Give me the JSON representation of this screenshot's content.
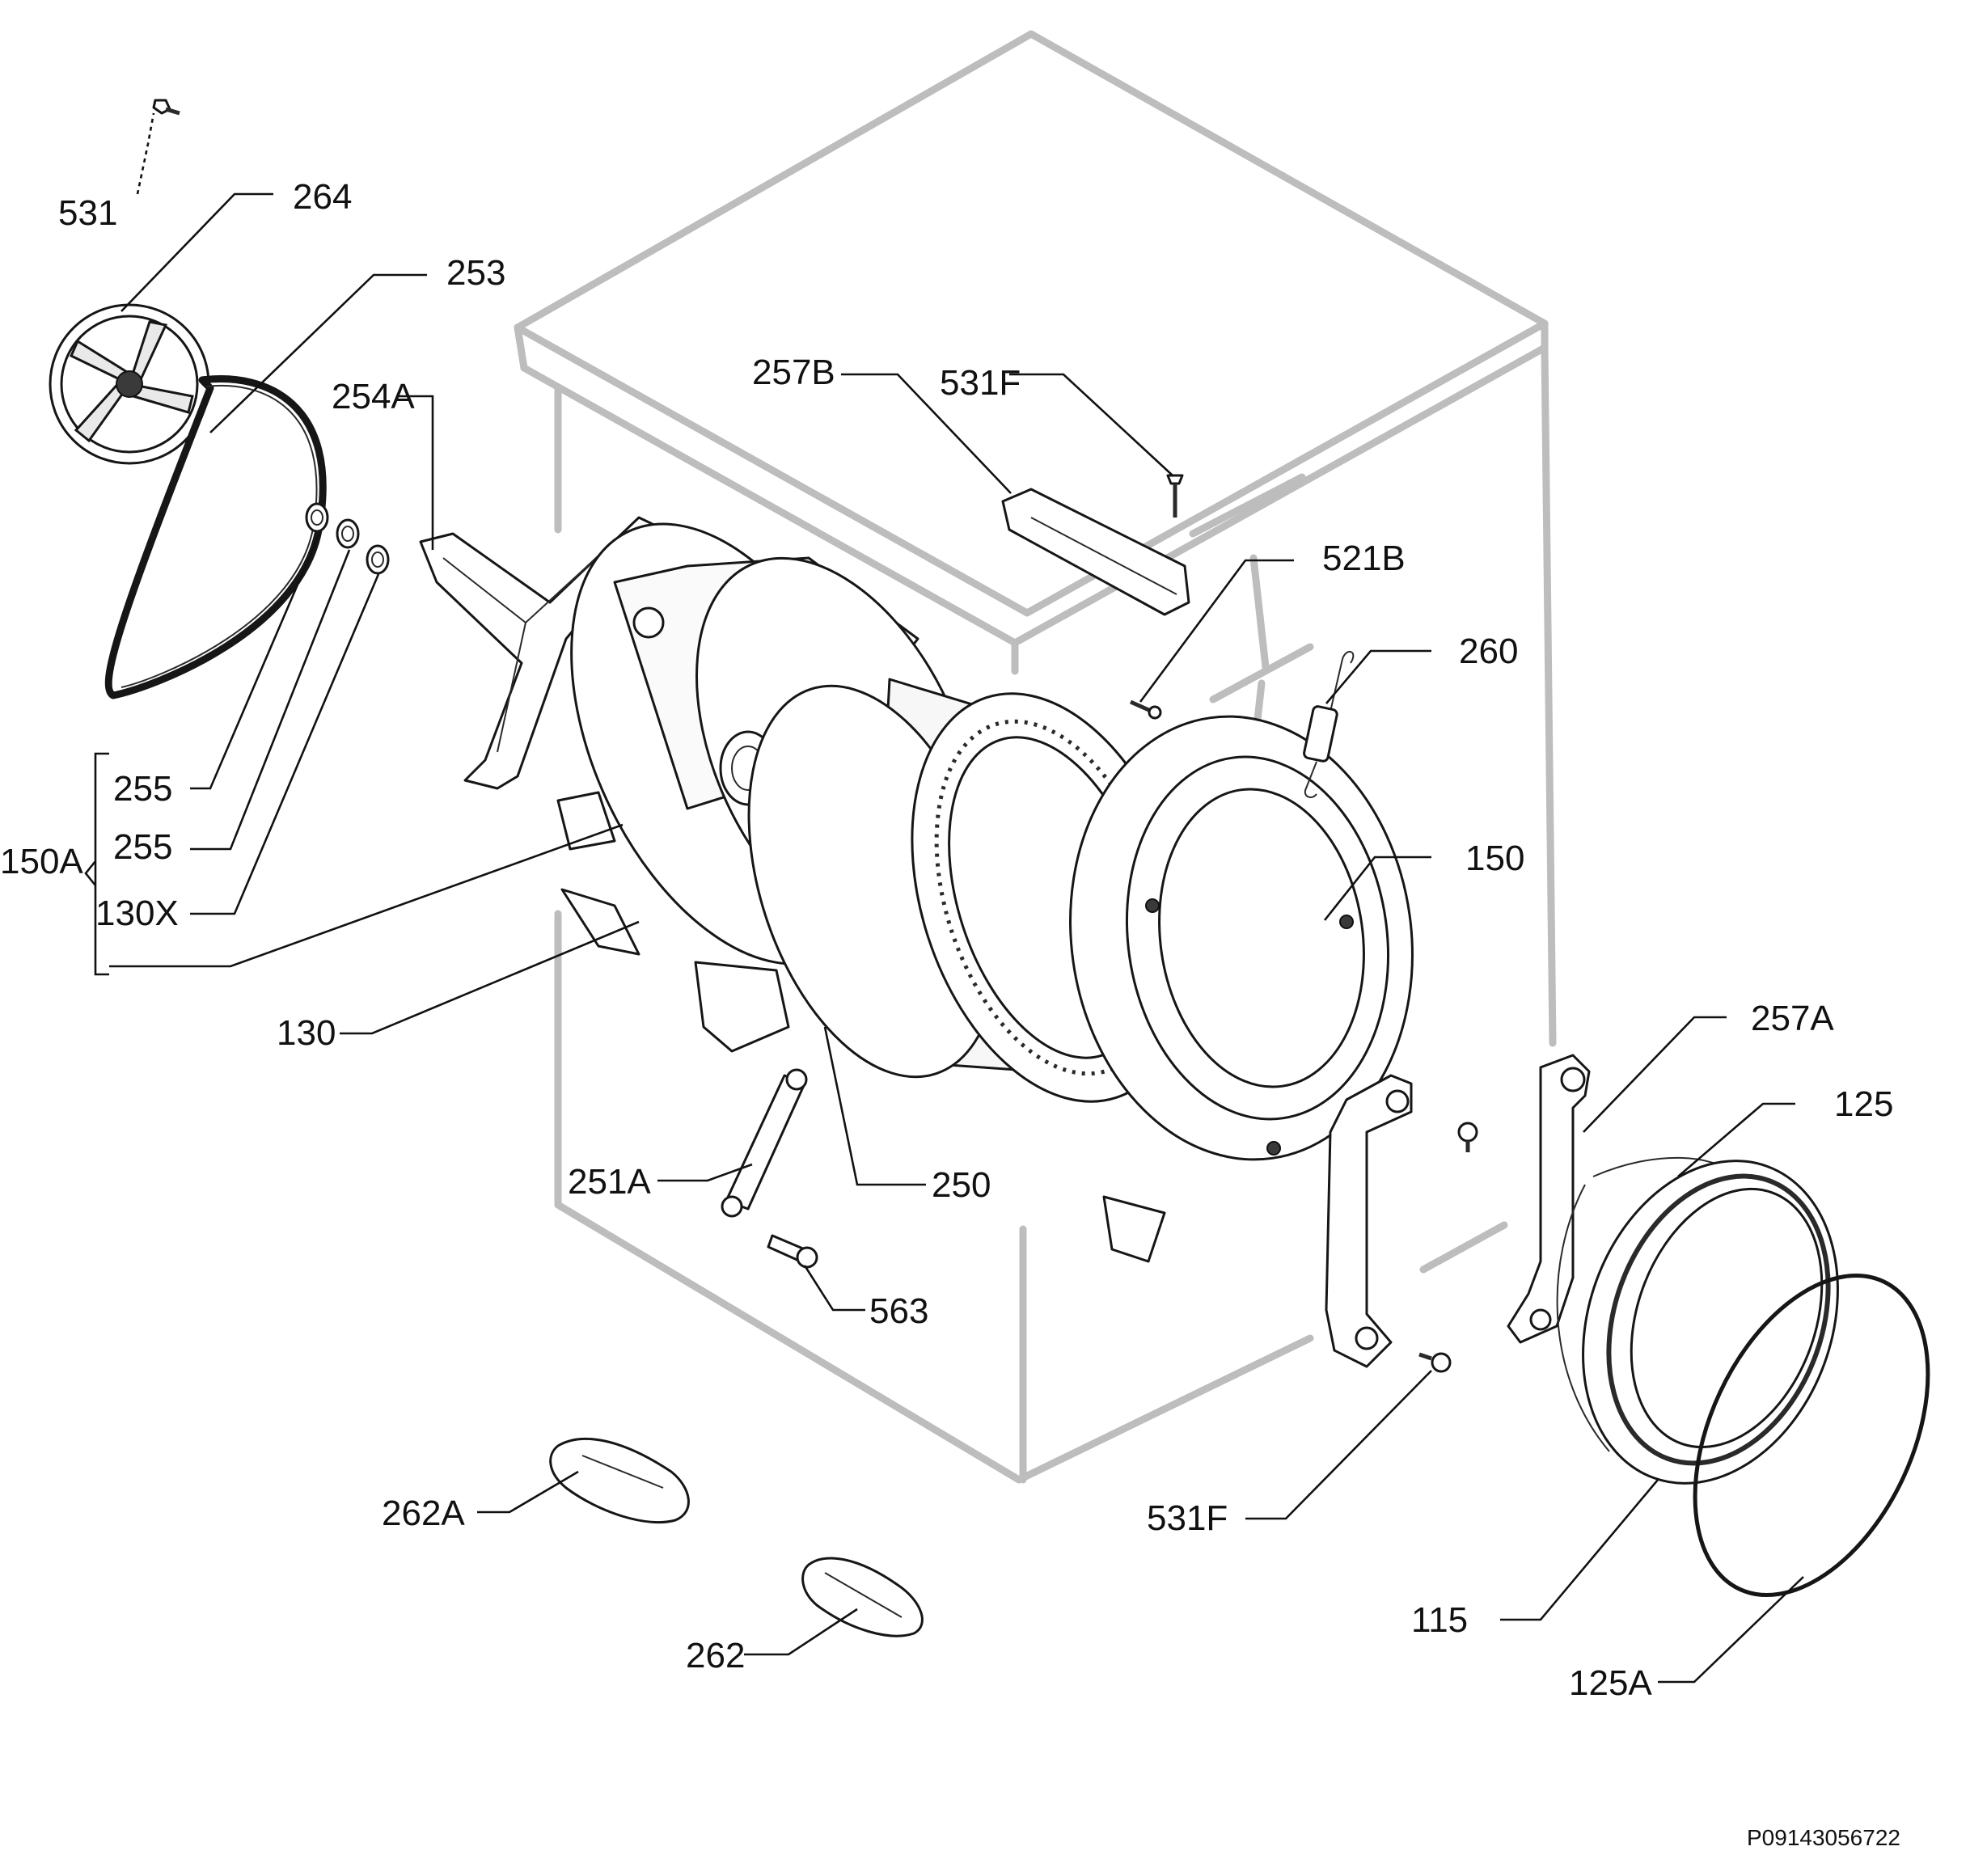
{
  "labels": {
    "p531": "531",
    "p264": "264",
    "p253": "253",
    "p254A": "254A",
    "p257B": "257B",
    "p531F_top": "531F",
    "p521B": "521B",
    "p260": "260",
    "p150": "150",
    "p255_1": "255",
    "p255_2": "255",
    "p150A": "150A",
    "p130X": "130X",
    "p130": "130",
    "p257A": "257A",
    "p125": "125",
    "p251A": "251A",
    "p250": "250",
    "p563": "563",
    "p262A": "262A",
    "p531F_bottom": "531F",
    "p115": "115",
    "p262": "262",
    "p125A": "125A"
  },
  "drawing_code": "P09143056722"
}
